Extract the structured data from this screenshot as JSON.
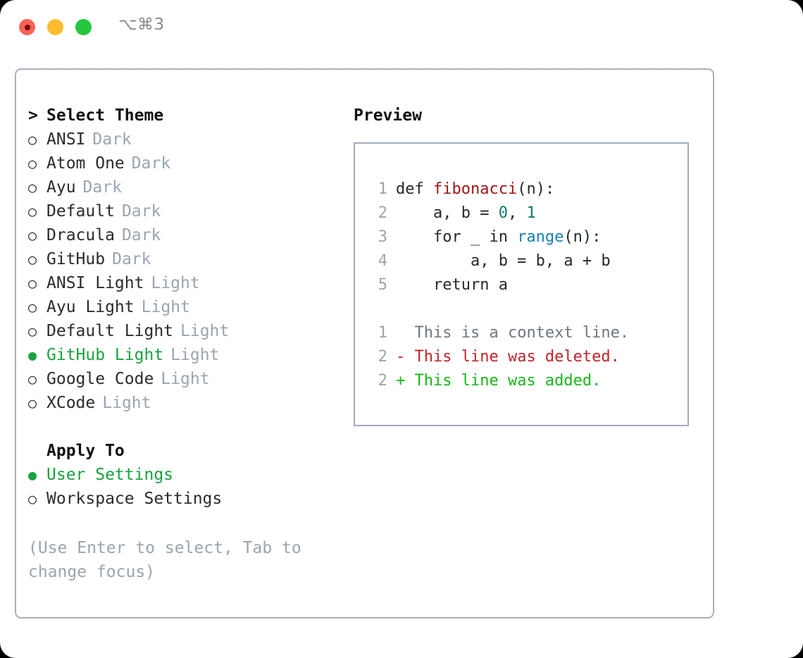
{
  "window": {
    "shortcut_label": "⌥⌘3",
    "traffic_lights": [
      {
        "name": "close",
        "color": "#ff6159"
      },
      {
        "name": "minimize",
        "color": "#febc2e"
      },
      {
        "name": "maximize",
        "color": "#24c73e"
      }
    ]
  },
  "theme_picker": {
    "header_prompt": ">",
    "header_label": "Select Theme",
    "marker_unselected": "○",
    "marker_selected": "●",
    "items": [
      {
        "label": "ANSI",
        "tag": "Dark",
        "selected": false
      },
      {
        "label": "Atom One",
        "tag": "Dark",
        "selected": false
      },
      {
        "label": "Ayu",
        "tag": "Dark",
        "selected": false
      },
      {
        "label": "Default",
        "tag": "Dark",
        "selected": false
      },
      {
        "label": "Dracula",
        "tag": "Dark",
        "selected": false
      },
      {
        "label": "GitHub",
        "tag": "Dark",
        "selected": false
      },
      {
        "label": "ANSI Light",
        "tag": "Light",
        "selected": false
      },
      {
        "label": "Ayu Light",
        "tag": "Light",
        "selected": false
      },
      {
        "label": "Default Light",
        "tag": "Light",
        "selected": false
      },
      {
        "label": "GitHub Light",
        "tag": "Light",
        "selected": true
      },
      {
        "label": "Google Code",
        "tag": "Light",
        "selected": false
      },
      {
        "label": "XCode",
        "tag": "Light",
        "selected": false
      }
    ]
  },
  "apply_to": {
    "header_label": "Apply To",
    "items": [
      {
        "label": "User Settings",
        "selected": true
      },
      {
        "label": "Workspace Settings",
        "selected": false
      }
    ]
  },
  "hint": {
    "text": "(Use Enter to select, Tab to change focus)"
  },
  "preview": {
    "title": "Preview",
    "code_lines": [
      {
        "lineno": "1",
        "tokens": [
          {
            "text": "def ",
            "type": "kw"
          },
          {
            "text": "fibonacci",
            "type": "fn"
          },
          {
            "text": "(n):",
            "type": "plain"
          }
        ]
      },
      {
        "lineno": "2",
        "tokens": [
          {
            "text": "    a, b = ",
            "type": "plain"
          },
          {
            "text": "0",
            "type": "num"
          },
          {
            "text": ", ",
            "type": "plain"
          },
          {
            "text": "1",
            "type": "num"
          }
        ]
      },
      {
        "lineno": "3",
        "tokens": [
          {
            "text": "    for _ in ",
            "type": "plain"
          },
          {
            "text": "range",
            "type": "call"
          },
          {
            "text": "(n):",
            "type": "plain"
          }
        ]
      },
      {
        "lineno": "4",
        "tokens": [
          {
            "text": "        a, b = b, a + b",
            "type": "plain"
          }
        ]
      },
      {
        "lineno": "5",
        "tokens": [
          {
            "text": "    return a",
            "type": "plain"
          }
        ]
      }
    ],
    "diff_lines": [
      {
        "lineno": "1",
        "sign": "  ",
        "text": "This is a context line.",
        "type": "ctx"
      },
      {
        "lineno": "2",
        "sign": "- ",
        "text": "This line was deleted.",
        "type": "del"
      },
      {
        "lineno": "2",
        "sign": "+ ",
        "text": "This line was added.",
        "type": "add"
      }
    ]
  },
  "colors": {
    "accent_green": "#18a33c",
    "muted_gray": "#9aa5b1",
    "border": "#a7b0bd",
    "text": "#2b2b2b",
    "syntax_function": "#a31515",
    "syntax_number": "#0a7d6e",
    "syntax_call": "#1a7fb5",
    "diff_deleted": "#c0242a",
    "diff_added": "#16b816",
    "diff_context": "#6e7781"
  }
}
